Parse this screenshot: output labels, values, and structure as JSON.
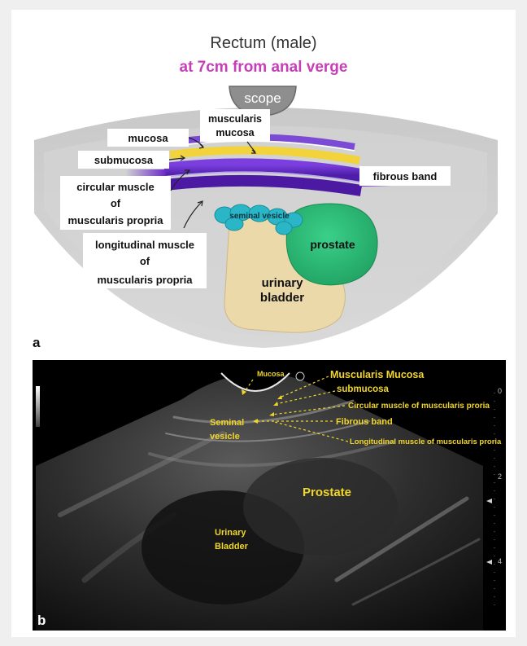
{
  "panel_a": {
    "title": "Rectum (male)",
    "subtitle": "at 7cm from anal verge",
    "scope_label": "scope",
    "layers": {
      "mucosa": "mucosa",
      "muscularis_mucosa_line1": "muscularis",
      "muscularis_mucosa_line2": "mucosa",
      "submucosa": "submucosa",
      "circular_line1": "circular muscle",
      "circular_line2": "of",
      "circular_line3": "muscularis propria",
      "longitudinal_line1": "longitudinal muscle",
      "longitudinal_line2": "of",
      "longitudinal_line3": "muscularis propria",
      "fibrous_band": "fibrous band"
    },
    "organs": {
      "seminal_vesicle": "seminal vesicle",
      "prostate": "prostate",
      "bladder_line1": "urinary",
      "bladder_line2": "bladder"
    },
    "panel_letter": "a",
    "colors": {
      "subtitle": "#c63fb7",
      "mucosa_layer": "#7b4bd6",
      "submucosa_layer": "#f2d33c",
      "muscle_layer": "#6a2ac7",
      "prostate": "#2fbf78",
      "seminal_vesicle": "#2ab6c6",
      "bladder": "#ecd9aa",
      "background_arc": "#cfcfcf"
    }
  },
  "panel_b": {
    "panel_letter": "b",
    "labels": {
      "mucosa": "Mucosa",
      "muscularis_mucosa": "Muscularis Mucosa",
      "submucosa": "submucosa",
      "circular": "Circular muscle of muscularis proria",
      "fibrous": "Fibrous band",
      "longitudinal": "Longitudinal muscle of muscularis proria",
      "seminal_line1": "Seminal",
      "seminal_line2": "vesicle",
      "prostate": "Prostate",
      "bladder_line1": "Urinary",
      "bladder_line2": "Bladder"
    },
    "depth_scale": [
      "0",
      "2",
      "4"
    ],
    "colors": {
      "label": "#f1d629",
      "image_bg": "#000000"
    }
  }
}
